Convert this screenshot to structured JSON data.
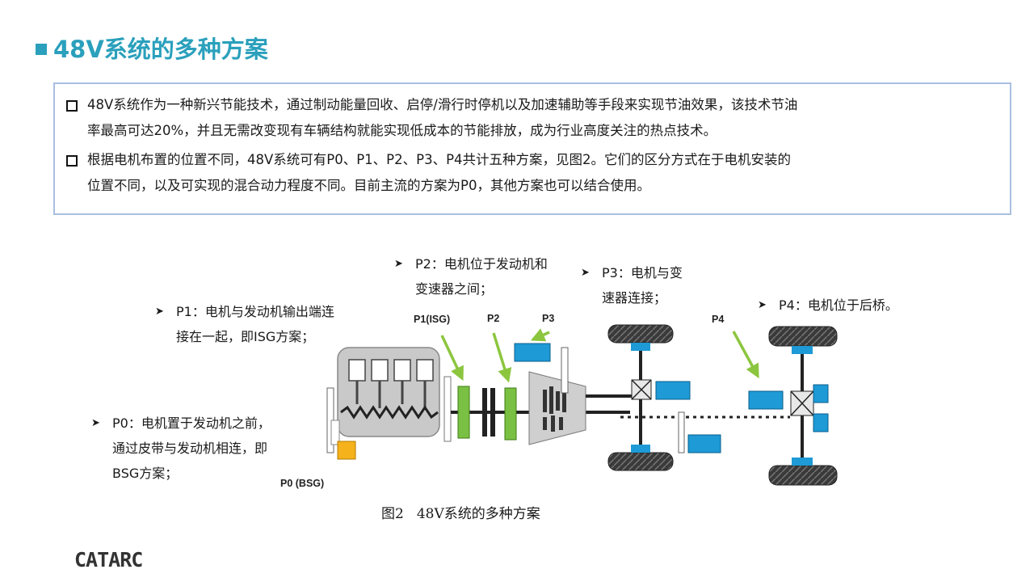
{
  "title": "48V系统的多种方案",
  "bullets": [
    {
      "line1": "48V系统作为一种新兴节能技术，通过制动能量回收、启停/滑行时停机以及加速辅助等手段来实现节油效果，该技术节油",
      "line2": "率最高可达20%，并且无需改变现有车辆结构就能实现低成本的节能排放，成为行业高度关注的热点技术。"
    },
    {
      "line1": "根据电机布置的位置不同，48V系统可有P0、P1、P2、P3、P4共计五种方案，见图2。它们的区分方式在于电机安装的",
      "line2": "位置不同，以及可实现的混合动力程度不同。目前主流的方案为P0，其他方案也可以结合使用。"
    }
  ],
  "callouts": {
    "p2": {
      "line1": "P2：电机位于发动机和",
      "line2": "变速器之间；"
    },
    "p3": {
      "line1": "P3：电机与变",
      "line2": "速器连接；"
    },
    "p4": {
      "line1": "P4：电机位于后桥。"
    },
    "p1": {
      "line1": "P1：电机与发动机输出端连",
      "line2": "接在一起，即ISG方案；"
    },
    "p0": {
      "line1": "P0：电机置于发动机之前，",
      "line2": "通过皮带与发动机相连，即",
      "line3": "BSG方案；"
    }
  },
  "diagram_labels": {
    "p1": "P1(ISG)",
    "p2": "P2",
    "p3": "P3",
    "p4": "P4",
    "p0": "P0 (BSG)"
  },
  "caption": {
    "fig": "图2",
    "text": "48V系统的多种方案"
  },
  "logo": "CATARC",
  "colors": {
    "title": "#2aa0bc",
    "motor_blue": "#1e9ad6",
    "motor_green": "#7ac143",
    "p0_motor": "#f5b21b",
    "arrow_green": "#8cc63f"
  }
}
